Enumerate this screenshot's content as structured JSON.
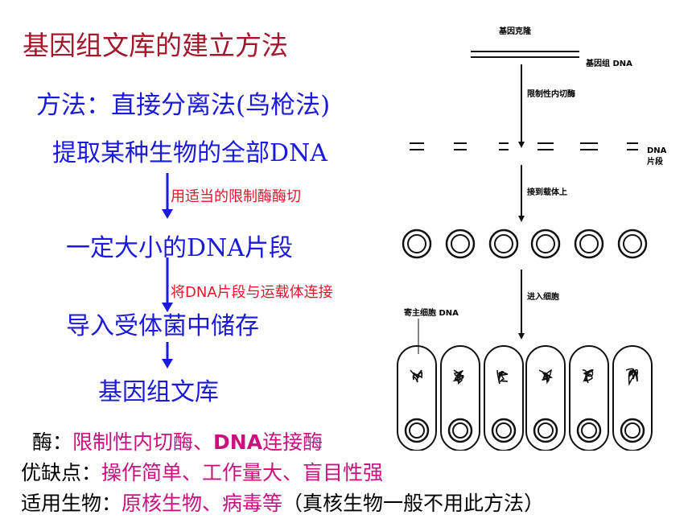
{
  "title": "基因组文库的建立方法",
  "method": "方法：直接分离法(鸟枪法)",
  "steps": [
    "提取某种生物的全部DNA",
    "一定大小的DNA片段",
    "导入受体菌中储存",
    "基因组文库"
  ],
  "step_notes": [
    "用适当的限制酶酶切",
    "将DNA片段与运载体连接"
  ],
  "enzymes": {
    "label": "酶：",
    "part1": "限制性内切酶、",
    "part2": "DNA",
    "part3": "连接酶"
  },
  "pros_cons": {
    "label": "优缺点：",
    "value": "操作简单、工作量大、盲目性强"
  },
  "applicable": {
    "label": "适用生物：",
    "value": "原核生物、病毒等",
    "note": "（真核生物一般不用此方法）"
  },
  "figure": {
    "top_label": "基因克隆",
    "genomic_dna": "基因组 DNA",
    "step1": "限制性内切酶",
    "fragments_label_1": "DNA",
    "fragments_label_2": "片段",
    "step2": "接到载体上",
    "step3": "进入细胞",
    "host_dna": "寄主细胞 DNA"
  },
  "colors": {
    "title": "#a3182b",
    "blue": "#1a1ad8",
    "red": "#e8142b",
    "magenta": "#c8117f"
  }
}
